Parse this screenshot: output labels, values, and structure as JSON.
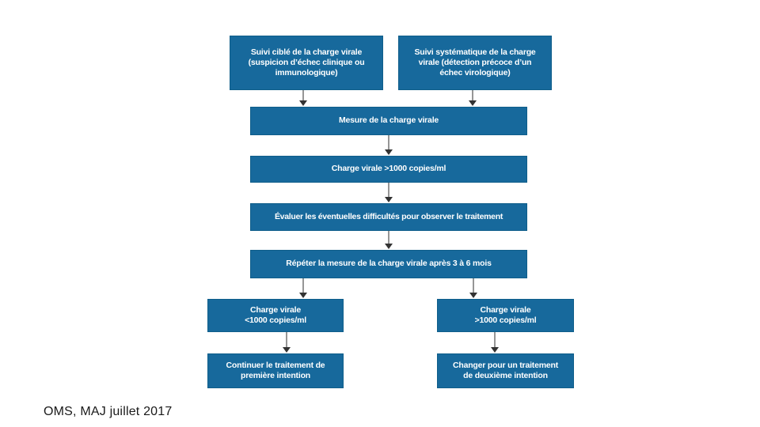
{
  "colors": {
    "background": "#ffffff",
    "box_fill": "#17699c",
    "box_border": "#0f5e8a",
    "box_text": "#ffffff",
    "arrow_line": "#6a6a6a",
    "arrow_head": "#333333",
    "footer_text": "#1a1a1a"
  },
  "flowchart": {
    "nodes": [
      {
        "id": "suivi-cible",
        "label": "Suivi ciblé de la charge virale\n(suspicion d’échec clinique ou\nimmunologique)"
      },
      {
        "id": "suivi-systematique",
        "label": "Suivi systématique de la charge\nvirale (détection précoce d’un\néchec virologique)"
      },
      {
        "id": "mesure",
        "label": "Mesure de la charge virale"
      },
      {
        "id": "cv-sup-1000",
        "label": "Charge virale >1000 copies/ml"
      },
      {
        "id": "evaluer",
        "label": "Évaluer les éventuelles difficultés pour observer le traitement"
      },
      {
        "id": "repeter",
        "label": "Répéter la mesure de la charge virale après 3 à 6 mois"
      },
      {
        "id": "cv-inf-1000",
        "label": "Charge virale\n<1000 copies/ml"
      },
      {
        "id": "continuer",
        "label": "Continuer le traitement de\npremière intention"
      },
      {
        "id": "cv-sup-1000-bis",
        "label": "Charge virale\n>1000 copies/ml"
      },
      {
        "id": "changer",
        "label": "Changer pour un traitement\nde deuxième intention"
      }
    ],
    "edges": [
      {
        "from": "suivi-cible",
        "to": "mesure"
      },
      {
        "from": "suivi-systematique",
        "to": "mesure"
      },
      {
        "from": "mesure",
        "to": "cv-sup-1000"
      },
      {
        "from": "cv-sup-1000",
        "to": "evaluer"
      },
      {
        "from": "evaluer",
        "to": "repeter"
      },
      {
        "from": "repeter",
        "to": "cv-inf-1000"
      },
      {
        "from": "repeter",
        "to": "cv-sup-1000-bis"
      },
      {
        "from": "cv-inf-1000",
        "to": "continuer"
      },
      {
        "from": "cv-sup-1000-bis",
        "to": "changer"
      }
    ]
  },
  "footer": {
    "text": "OMS, MAJ juillet 2017"
  }
}
